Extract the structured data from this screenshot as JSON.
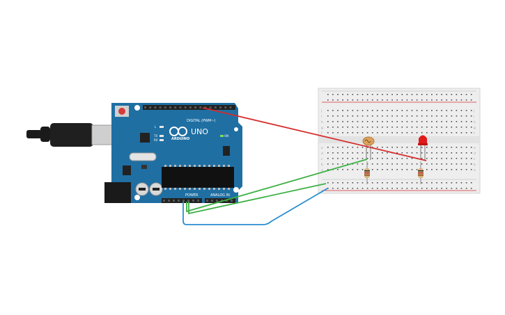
{
  "board": {
    "brand": "ARDUINO",
    "model": "UNO",
    "digital_label": "DIGITAL (PWM~)",
    "power_label": "POWER",
    "analog_label": "ANALOG IN",
    "on_label": "ON",
    "tx_label": "TX",
    "rx_label": "RX",
    "l_label": "L"
  },
  "colors": {
    "board": "#1f6fa3",
    "wire_red": "#d62b2b",
    "wire_green": "#3cb043",
    "wire_blue": "#2a8fd0",
    "breadboard": "#eeeeee",
    "led": "#e11b1b"
  },
  "breadboard": {
    "row_letters_top": [
      "j",
      "i",
      "h",
      "g",
      "f"
    ],
    "row_letters_bottom": [
      "e",
      "d",
      "c",
      "b",
      "a"
    ]
  },
  "components": [
    "photoresistor",
    "led",
    "resistor",
    "resistor",
    "usb-cable",
    "power-jack"
  ]
}
